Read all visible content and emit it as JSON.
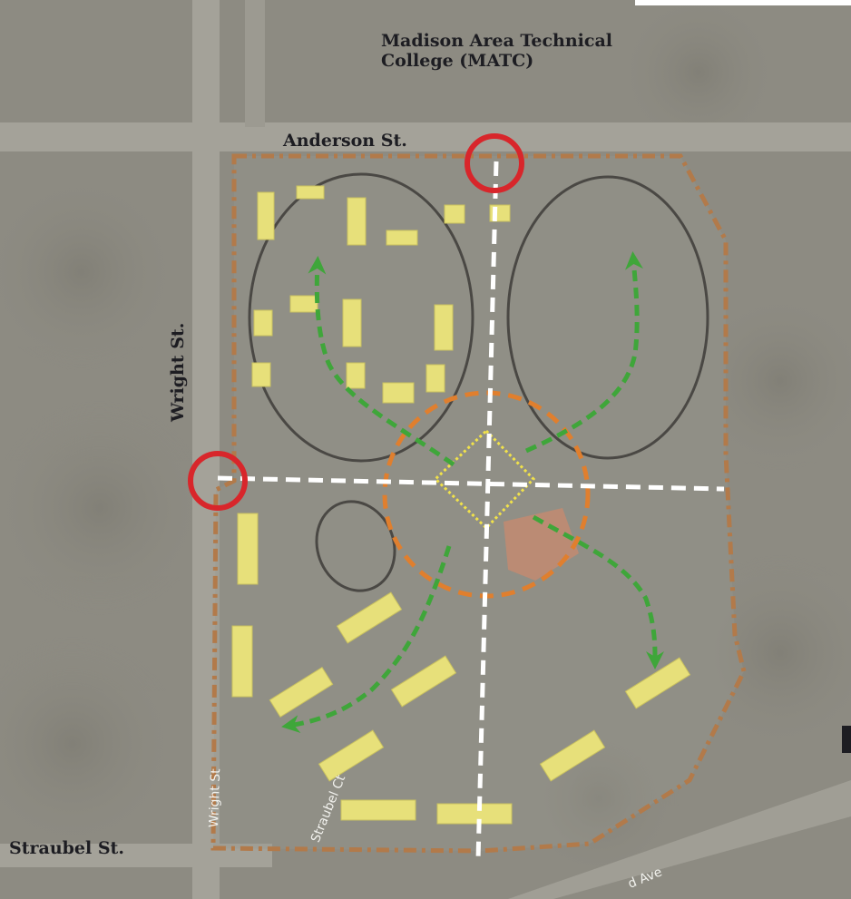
{
  "labels": {
    "college": "Madison Area Technical College (MATC)",
    "college_line1": "Madison Area Technical",
    "college_line2": "College (MATC)",
    "anderson": "Anderson St.",
    "wright": "Wright St.",
    "straubel": "Straubel St.",
    "wright_small": "Wright St",
    "straubel_ct": "Straubel Ct",
    "ave": "d Ave"
  },
  "colors": {
    "aerial_base": "#8d8b82",
    "site_boundary": "#b27a4a",
    "access_circle": "#d8262b",
    "zone_ellipse": "#4a4844",
    "axis_line": "#ffffff",
    "movement_arrow": "#3fa63a",
    "center_zone": "#e07f2e",
    "plaza_outline": "#f1e24a",
    "building": "#e7e07a"
  },
  "icons": [
    "access-point-circle",
    "movement-arrow-icon",
    "building-footprint"
  ]
}
